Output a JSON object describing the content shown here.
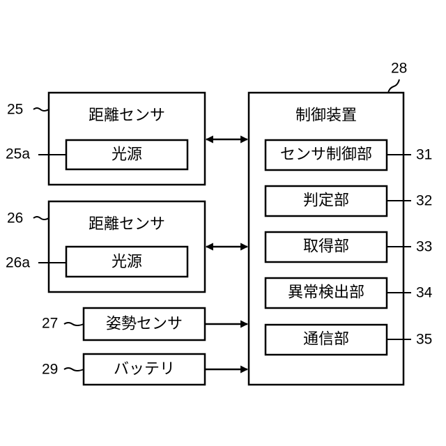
{
  "sensor1": {
    "title": "距離センサ",
    "inner": "光源",
    "ref": "25",
    "inner_ref": "25a"
  },
  "sensor2": {
    "title": "距離センサ",
    "inner": "光源",
    "ref": "26",
    "inner_ref": "26a"
  },
  "attitude": {
    "label": "姿勢センサ",
    "ref": "27"
  },
  "battery": {
    "label": "バッテリ",
    "ref": "29"
  },
  "controller": {
    "title": "制御装置",
    "ref": "28",
    "units": [
      {
        "label": "センサ制御部",
        "ref": "31"
      },
      {
        "label": "判定部",
        "ref": "32"
      },
      {
        "label": "取得部",
        "ref": "33"
      },
      {
        "label": "異常検出部",
        "ref": "34"
      },
      {
        "label": "通信部",
        "ref": "35"
      }
    ]
  }
}
